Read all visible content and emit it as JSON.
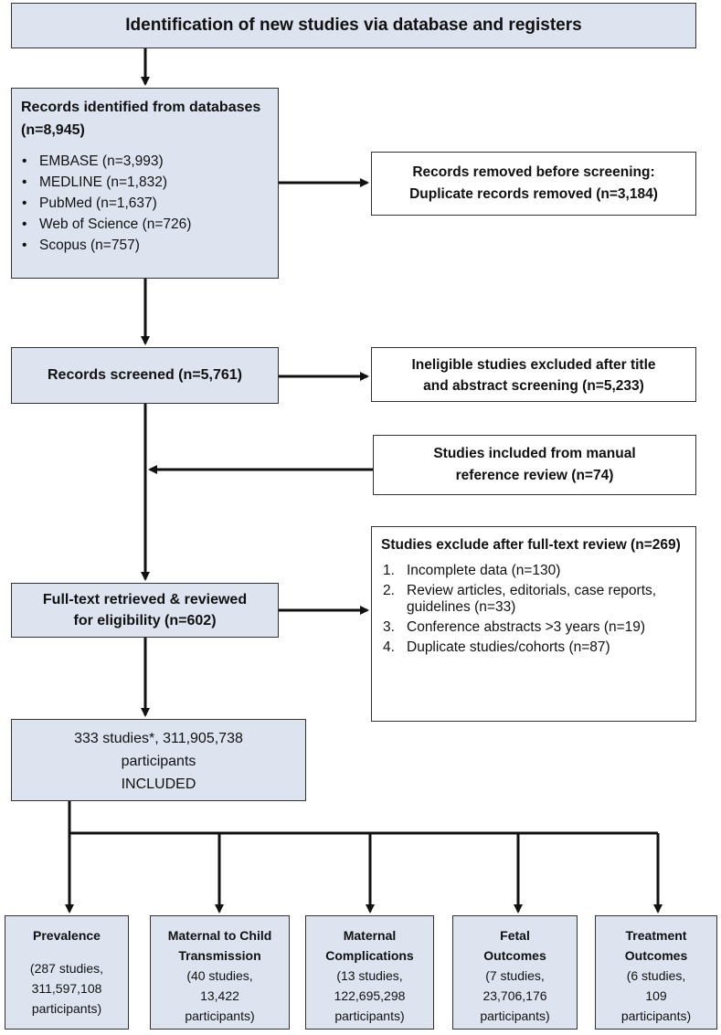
{
  "header": {
    "title": "Identification of new studies via database and registers"
  },
  "identified": {
    "title": "Records identified from databases (n=8,945)",
    "sources": [
      "EMBASE (n=3,993)",
      "MEDLINE (n=1,832)",
      "PubMed (n=1,637)",
      "Web of Science (n=726)",
      "Scopus (n=757)"
    ]
  },
  "removed": {
    "line1": "Records removed before screening:",
    "line2": "Duplicate records removed (n=3,184)"
  },
  "screened": {
    "text": "Records screened (n=5,761)"
  },
  "ineligible": {
    "line1": "Ineligible studies excluded after title",
    "line2": "and abstract screening (n=5,233)"
  },
  "manual": {
    "line1": "Studies included from manual",
    "line2": "reference review (n=74)"
  },
  "fulltext": {
    "line1": "Full-text retrieved & reviewed",
    "line2": "for eligibility (n=602)"
  },
  "excluded": {
    "title": "Studies exclude after full-text review (n=269)",
    "items": [
      {
        "num": "1.",
        "text": "Incomplete data (n=130)"
      },
      {
        "num": "2.",
        "text": "Review articles, editorials, case reports, guidelines (n=33)"
      },
      {
        "num": "3.",
        "text": "Conference abstracts >3 years (n=19)"
      },
      {
        "num": "4.",
        "text": "Duplicate studies/cohorts (n=87)"
      }
    ]
  },
  "included": {
    "line1": "333 studies*, 311,905,738",
    "line2": "participants",
    "line3": "INCLUDED"
  },
  "outcomes": [
    {
      "title1": "Prevalence",
      "title2": "",
      "d1": "(287 studies,",
      "d2": "311,597,108",
      "d3": "participants)"
    },
    {
      "title1": "Maternal to Child",
      "title2": "Transmission",
      "d1": "(40 studies,",
      "d2": "13,422",
      "d3": "participants)"
    },
    {
      "title1": "Maternal",
      "title2": "Complications",
      "d1": "(13 studies,",
      "d2": "122,695,298",
      "d3": "participants)"
    },
    {
      "title1": "Fetal",
      "title2": "Outcomes",
      "d1": "(7 studies,",
      "d2": "23,706,176",
      "d3": "participants)"
    },
    {
      "title1": "Treatment",
      "title2": "Outcomes",
      "d1": "(6 studies,",
      "d2": "109",
      "d3": "participants)"
    }
  ]
}
